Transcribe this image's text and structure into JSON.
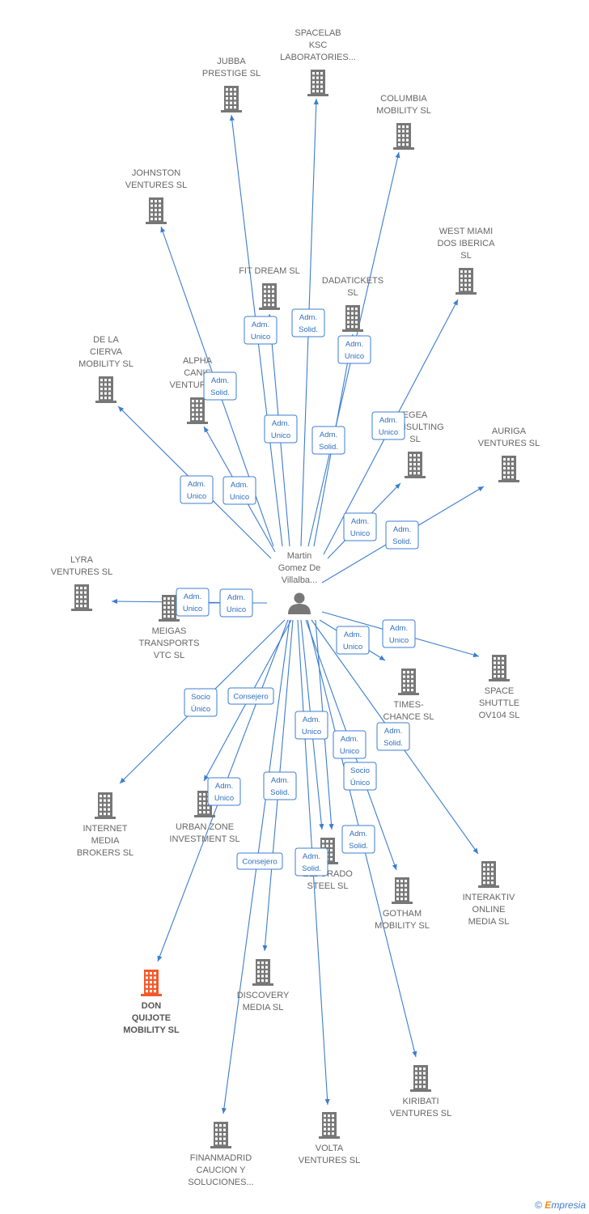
{
  "colors": {
    "edge": "#3c7dd0",
    "building": "#777777",
    "building_highlight": "#f15a2b",
    "person": "#777777"
  },
  "center": {
    "lines": [
      "Martin",
      "Gomez De",
      "Villalba..."
    ],
    "icon": "person-icon"
  },
  "companies": [
    {
      "id": "jubba",
      "lines": [
        "JUBBA",
        "PRESTIGE  SL"
      ]
    },
    {
      "id": "spacelab",
      "lines": [
        "SPACELAB",
        "KSC",
        "LABORATORIES..."
      ]
    },
    {
      "id": "columbia",
      "lines": [
        "COLUMBIA",
        "MOBILITY  SL"
      ]
    },
    {
      "id": "johnston",
      "lines": [
        "JOHNSTON",
        "VENTURES  SL"
      ]
    },
    {
      "id": "westmiami",
      "lines": [
        "WEST MIAMI",
        "DOS IBERICA",
        "SL"
      ]
    },
    {
      "id": "fitdream",
      "lines": [
        "FIT DREAM  SL"
      ]
    },
    {
      "id": "dadatickets",
      "lines": [
        "DADATICKETS",
        "SL"
      ]
    },
    {
      "id": "delacierva",
      "lines": [
        "DE LA",
        "CIERVA",
        "MOBILITY  SL"
      ]
    },
    {
      "id": "alphacanis",
      "lines": [
        "ALPHA",
        "CANIS",
        "VENTURES..."
      ]
    },
    {
      "id": "egea",
      "lines": [
        "EGEA",
        "CONSULTING",
        "SL"
      ]
    },
    {
      "id": "auriga",
      "lines": [
        "AURIGA",
        "VENTURES  SL"
      ]
    },
    {
      "id": "lyra",
      "lines": [
        "LYRA",
        "VENTURES  SL"
      ]
    },
    {
      "id": "meigas",
      "lines": [
        "MEIGAS",
        "TRANSPORTS",
        "VTC  SL"
      ]
    },
    {
      "id": "spaceshuttle",
      "lines": [
        "SPACE",
        "SHUTTLE",
        "OV104  SL"
      ]
    },
    {
      "id": "timeschance",
      "lines": [
        "TIMES-",
        "CHANCE  SL"
      ]
    },
    {
      "id": "internetmedia",
      "lines": [
        "INTERNET",
        "MEDIA",
        "BROKERS SL"
      ]
    },
    {
      "id": "urbanzone",
      "lines": [
        "URBAN ZONE",
        "INVESTMENT SL"
      ]
    },
    {
      "id": "eldorado",
      "lines": [
        "ELDORADO",
        "STEEL  SL"
      ]
    },
    {
      "id": "interaktiv",
      "lines": [
        "INTERAKTIV",
        "ONLINE",
        "MEDIA SL"
      ]
    },
    {
      "id": "gotham",
      "lines": [
        "GOTHAM",
        "MOBILITY  SL"
      ]
    },
    {
      "id": "donquijote",
      "lines": [
        "DON",
        "QUIJOTE",
        "MOBILITY  SL"
      ],
      "highlight": true
    },
    {
      "id": "discovery",
      "lines": [
        "DISCOVERY",
        "MEDIA  SL"
      ]
    },
    {
      "id": "kiribati",
      "lines": [
        "KIRIBATI",
        "VENTURES  SL"
      ]
    },
    {
      "id": "volta",
      "lines": [
        "VOLTA",
        "VENTURES  SL"
      ]
    },
    {
      "id": "finanmadrid",
      "lines": [
        "FINANMADRID",
        "CAUCION Y",
        "SOLUCIONES..."
      ]
    }
  ],
  "relations": [
    {
      "target": "jubba",
      "lines": [
        "Adm.",
        "Unico"
      ]
    },
    {
      "target": "spacelab",
      "lines": [
        "Adm.",
        "Solid."
      ]
    },
    {
      "target": "columbia",
      "lines": [
        "Adm.",
        "Unico"
      ]
    },
    {
      "target": "johnston",
      "lines": [
        "Adm.",
        "Solid."
      ]
    },
    {
      "target": "westmiami",
      "lines": [
        "Adm.",
        "Unico"
      ]
    },
    {
      "target": "fitdream",
      "lines": [
        "Adm.",
        "Unico"
      ]
    },
    {
      "target": "dadatickets",
      "lines": [
        "Adm.",
        "Solid."
      ]
    },
    {
      "target": "delacierva",
      "lines": [
        "Adm.",
        "Unico"
      ]
    },
    {
      "target": "alphacanis",
      "lines": [
        "Adm.",
        "Unico"
      ]
    },
    {
      "target": "egea",
      "lines": [
        "Adm.",
        "Unico"
      ]
    },
    {
      "target": "auriga",
      "lines": [
        "Adm.",
        "Solid."
      ]
    },
    {
      "target": "lyra",
      "lines": [
        "Adm.",
        "Unico"
      ]
    },
    {
      "target": "meigas",
      "lines": [
        "Adm.",
        "Unico"
      ]
    },
    {
      "target": "spaceshuttle",
      "lines": [
        "Adm.",
        "Unico"
      ]
    },
    {
      "target": "timeschance",
      "lines": [
        "Adm.",
        "Unico"
      ]
    },
    {
      "target": "internetmedia",
      "lines": [
        "Socio",
        "Único"
      ]
    },
    {
      "target": "urbanzone",
      "lines": [
        "Consejero"
      ]
    },
    {
      "target": "donquijote",
      "lines": [
        "Adm.",
        "Unico"
      ]
    },
    {
      "target": "discovery",
      "lines": [
        "Adm.",
        "Solid."
      ]
    },
    {
      "target": "finanmadrid",
      "lines": [
        "Consejero"
      ]
    },
    {
      "target": "eldorado",
      "lines": [
        "Adm.",
        "Unico"
      ]
    },
    {
      "target": "gotham",
      "lines": [
        "Adm.",
        "Unico"
      ]
    },
    {
      "target": "interaktiv",
      "lines": [
        "Adm.",
        "Solid."
      ]
    },
    {
      "target": "eldorado",
      "lines": [
        "Socio",
        "Único"
      ]
    },
    {
      "target": "kiribati",
      "lines": [
        "Adm.",
        "Solid."
      ]
    },
    {
      "target": "volta",
      "lines": [
        "Adm.",
        "Solid."
      ]
    }
  ],
  "footer": {
    "copyright": "©",
    "brand": "mpresia",
    "brand_initial": "E"
  }
}
